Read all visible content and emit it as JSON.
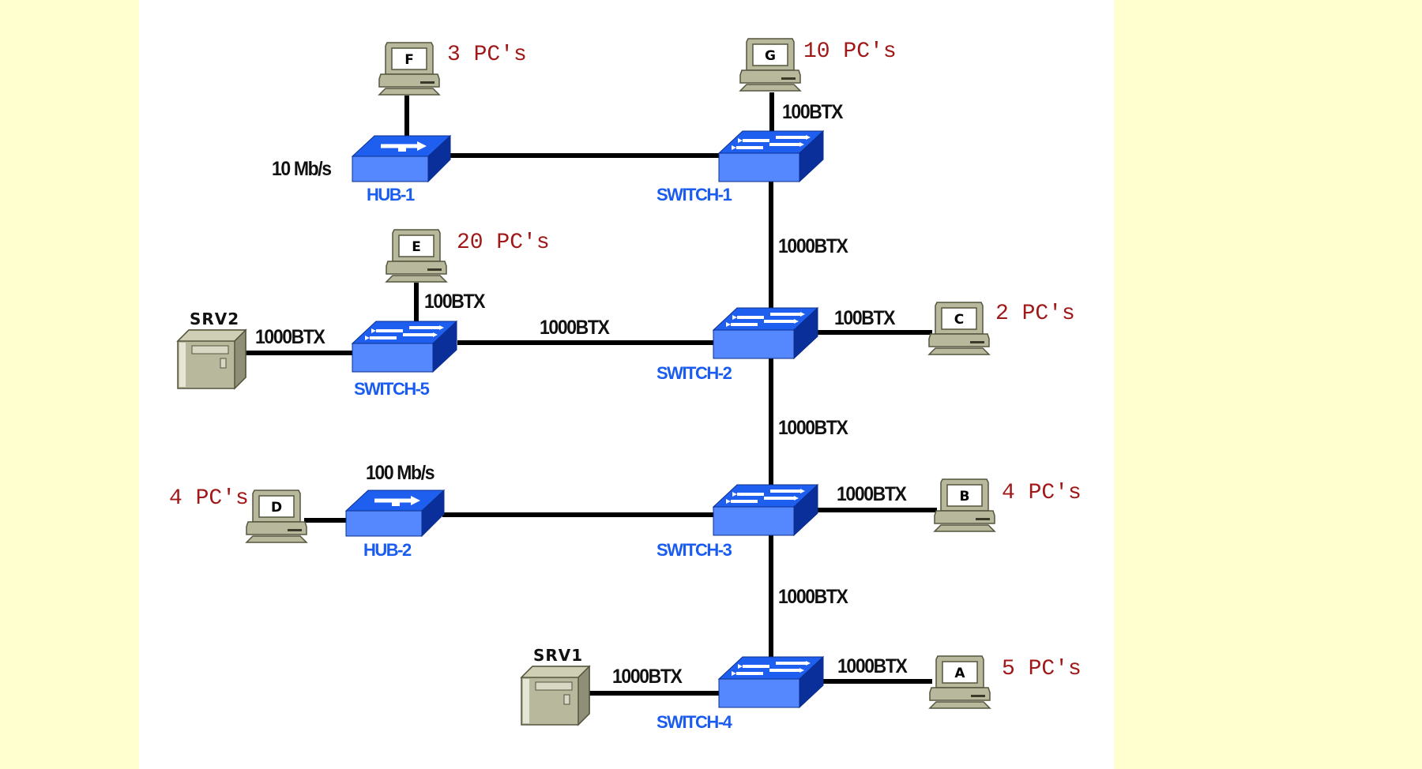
{
  "colors": {
    "background": "#ffffff",
    "side_panel": "#ffffd0",
    "device_label": "#1a5cf0",
    "pc_count": "#a01818",
    "link": "#000000",
    "switch_top": "#1f5ff0",
    "switch_front": "#5588ff",
    "switch_side": "#0a2f9a",
    "pc_body": "#b8b89c"
  },
  "devices": {
    "hub1": {
      "label": "HUB-1",
      "type": "hub"
    },
    "hub2": {
      "label": "HUB-2",
      "type": "hub"
    },
    "switch1": {
      "label": "SWITCH-1",
      "type": "switch"
    },
    "switch2": {
      "label": "SWITCH-2",
      "type": "switch"
    },
    "switch3": {
      "label": "SWITCH-3",
      "type": "switch"
    },
    "switch4": {
      "label": "SWITCH-4",
      "type": "switch"
    },
    "switch5": {
      "label": "SWITCH-5",
      "type": "switch"
    },
    "srv1": {
      "label": "SRV1",
      "type": "server"
    },
    "srv2": {
      "label": "SRV2",
      "type": "server"
    }
  },
  "pc_groups": {
    "A": {
      "letter": "A",
      "count": "5 PC's"
    },
    "B": {
      "letter": "B",
      "count": "4 PC's"
    },
    "C": {
      "letter": "C",
      "count": "2 PC's"
    },
    "D": {
      "letter": "D",
      "count": "4 PC's"
    },
    "E": {
      "letter": "E",
      "count": "20 PC's"
    },
    "F": {
      "letter": "F",
      "count": "3 PC's"
    },
    "G": {
      "letter": "G",
      "count": "10 PC's"
    }
  },
  "links": {
    "hub1_speed": "10 Mb/s",
    "g_switch1": "100BTX",
    "switch1_switch2": "1000BTX",
    "e_switch5": "100BTX",
    "srv2_switch5": "1000BTX",
    "switch5_switch2": "1000BTX",
    "switch2_c": "100BTX",
    "switch2_switch3": "1000BTX",
    "hub2_speed": "100 Mb/s",
    "switch3_b": "1000BTX",
    "switch3_switch4": "1000BTX",
    "srv1_switch4": "1000BTX",
    "switch4_a": "1000BTX"
  }
}
